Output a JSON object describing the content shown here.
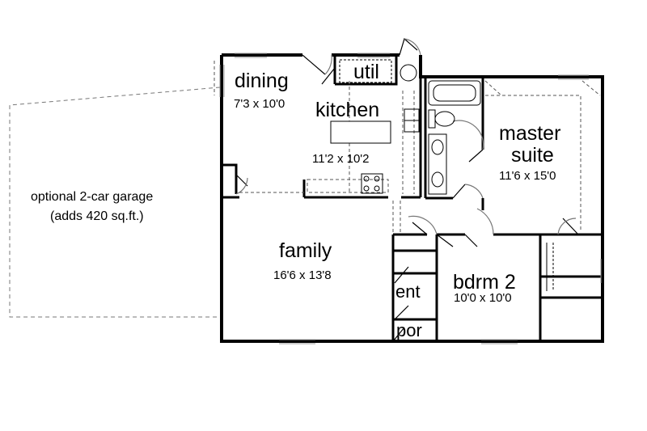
{
  "rooms": {
    "dining": {
      "name": "dining",
      "dims": "7'3 x 10'0"
    },
    "util": {
      "name": "util"
    },
    "kitchen": {
      "name": "kitchen",
      "dims": "11'2 x 10'2"
    },
    "master": {
      "name_line1": "master",
      "name_line2": "suite",
      "dims": "11'6 x 15'0"
    },
    "family": {
      "name": "family",
      "dims": "16'6 x 13'8"
    },
    "bdrm2": {
      "name": "bdrm 2",
      "dims": "10'0 x 10'0"
    },
    "ent": {
      "name": "ent"
    },
    "por": {
      "name": "por"
    }
  },
  "garage": {
    "line1": "optional 2-car garage",
    "line2": "(adds 420 sq.ft.)"
  }
}
